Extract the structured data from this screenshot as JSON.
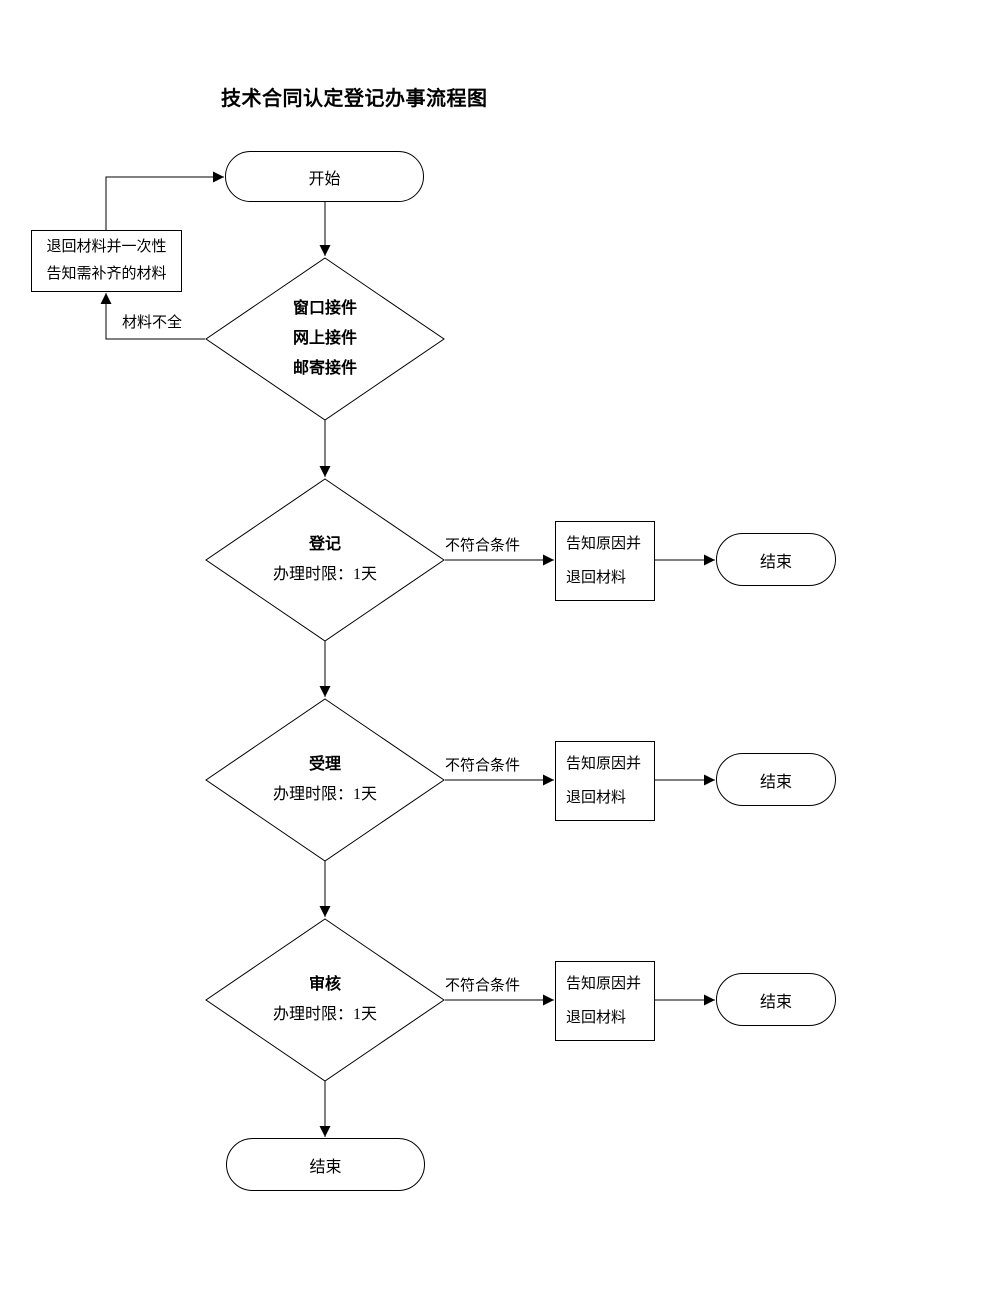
{
  "title": "技术合同认定登记办事流程图",
  "start_node": {
    "label": "开始"
  },
  "return_materials_box": {
    "lines": [
      "退回材料并一次性",
      "告知需补齐的材料"
    ]
  },
  "edge_labels": {
    "materials_incomplete": "材料不全"
  },
  "intake_diamond": {
    "lines": [
      "窗口接件",
      "网上接件",
      "邮寄接件"
    ]
  },
  "stages": [
    {
      "name": "登记",
      "time_limit": "办理时限：1天",
      "fail_condition": "不符合条件",
      "fail_action_lines": [
        "告知原因并",
        "退回材料"
      ],
      "fail_end": "结束"
    },
    {
      "name": "受理",
      "time_limit": "办理时限：1天",
      "fail_condition": "不符合条件",
      "fail_action_lines": [
        "告知原因并",
        "退回材料"
      ],
      "fail_end": "结束"
    },
    {
      "name": "审核",
      "time_limit": "办理时限：1天",
      "fail_condition": "不符合条件",
      "fail_action_lines": [
        "告知原因并",
        "退回材料"
      ],
      "fail_end": "结束"
    }
  ],
  "end_node": {
    "label": "结束"
  },
  "colors": {
    "line": "#000000",
    "background": "#ffffff",
    "text": "#000000"
  }
}
